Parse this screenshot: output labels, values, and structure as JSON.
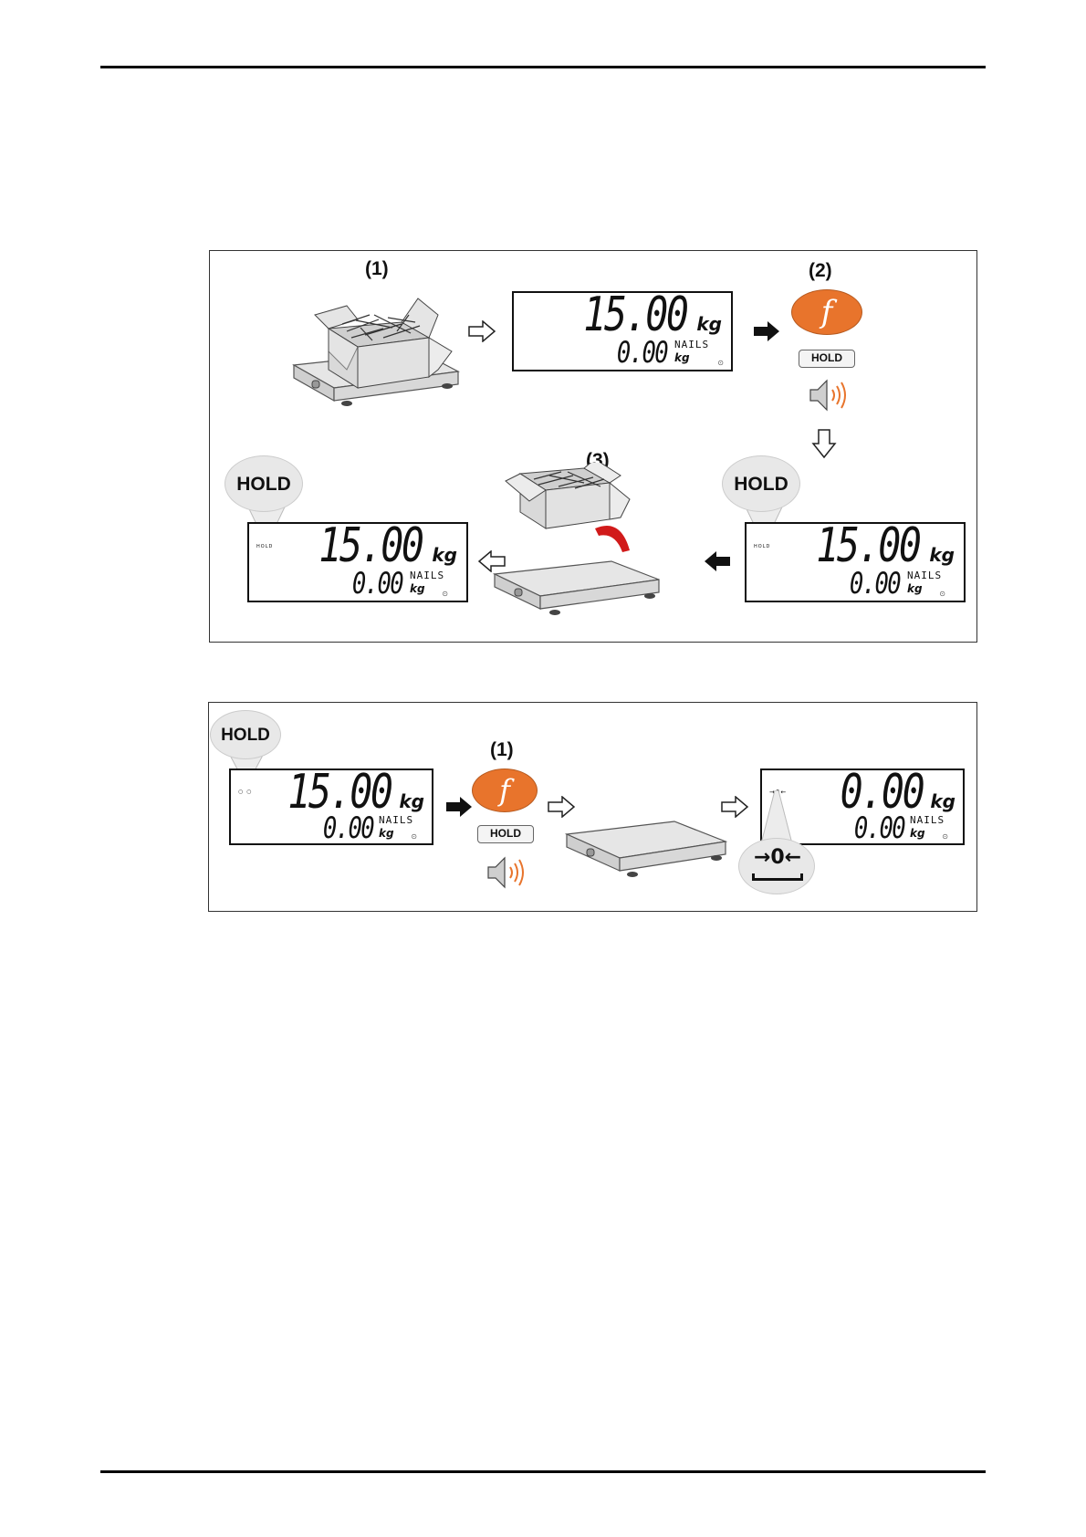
{
  "diagram1": {
    "steps": [
      "(1)",
      "(2)",
      "(3)"
    ],
    "display": {
      "main_value": "15.00",
      "main_unit": "kg",
      "sub_value": "0.00",
      "sub_unit": "kg",
      "item_name": "NAILS"
    },
    "hold_badge": "HOLD",
    "hold_button_label": "HOLD",
    "function_key_symbol": "f",
    "lcd_hold_annunciator": "HOLD"
  },
  "diagram2": {
    "step": "(1)",
    "display_before": {
      "main_value": "15.00",
      "main_unit": "kg",
      "sub_value": "0.00",
      "sub_unit": "kg",
      "item_name": "NAILS"
    },
    "display_after": {
      "main_value": "0.00",
      "main_unit": "kg",
      "sub_value": "0.00",
      "sub_unit": "kg",
      "item_name": "NAILS"
    },
    "hold_badge": "HOLD",
    "hold_button_label": "HOLD",
    "function_key_symbol": "f",
    "zero_symbol": "→0←"
  },
  "colors": {
    "function_key": "#e8742c",
    "speaker_waves": "#e8742c",
    "remove_arrow": "#d11a1a"
  },
  "icons": [
    "speaker-icon",
    "scale-platform-icon",
    "box-of-nails-icon",
    "outline-arrow-icon",
    "solid-arrow-icon",
    "zero-icon"
  ]
}
